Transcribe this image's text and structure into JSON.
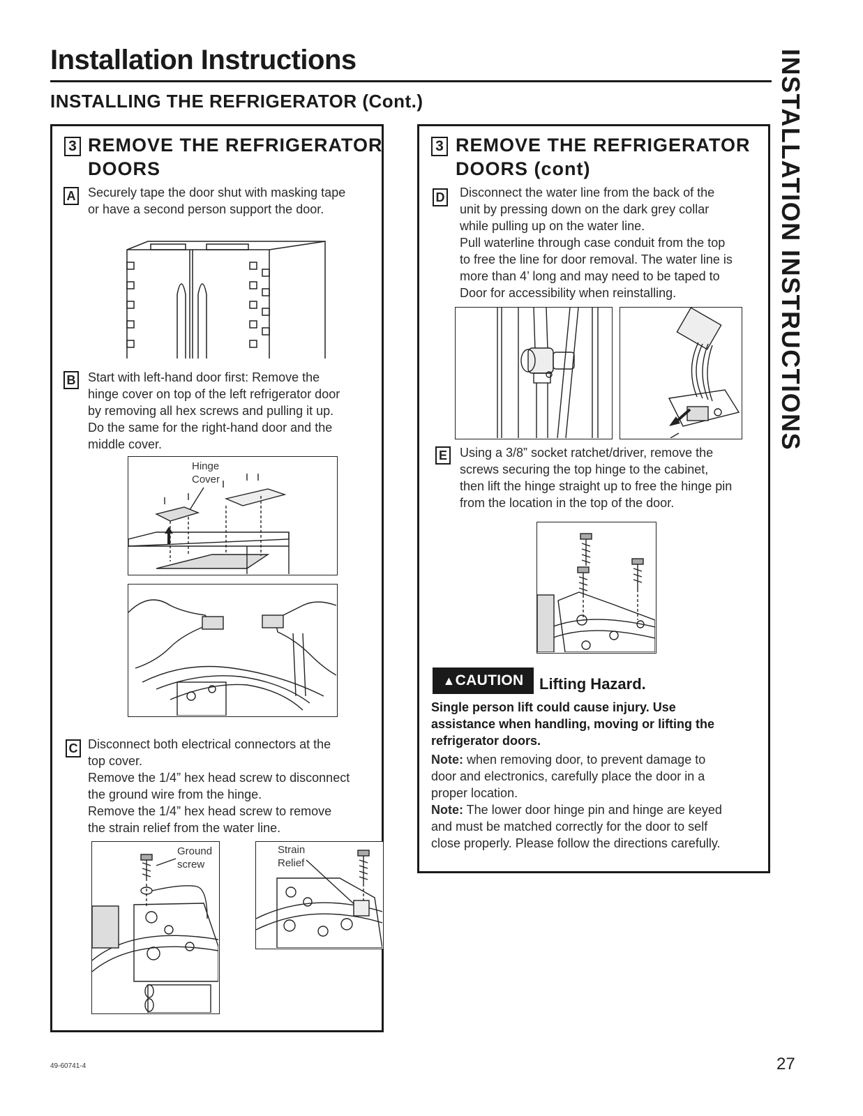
{
  "header": {
    "title": "Installation Instructions",
    "subtitle": "INSTALLING THE REFRIGERATOR (Cont.)",
    "side_tab": "INSTALLATION INSTRUCTIONS"
  },
  "left_panel": {
    "step_number": "3",
    "title_line1": "REMOVE THE REFRIGERATOR",
    "title_line2": "DOORS",
    "steps": {
      "a": {
        "letter": "A",
        "lines": [
          "Securely tape the door shut with masking tape",
          "or have a second person support the door."
        ]
      },
      "b": {
        "letter": "B",
        "lines": [
          "Start with left-hand door first: Remove the",
          "hinge cover on top of the left refrigerator door",
          "by removing all hex screws and pulling it up.",
          "Do the same for the right-hand door and the",
          "middle cover."
        ]
      },
      "c": {
        "letter": "C",
        "lines": [
          "Disconnect both electrical connectors at the",
          "top cover.",
          "Remove the 1/4” hex head screw to disconnect",
          "the ground wire from the hinge.",
          "Remove the 1/4” hex head screw to remove",
          "the strain relief from the water line."
        ]
      }
    },
    "figure_labels": {
      "hinge_cover_1": "Hinge",
      "hinge_cover_2": "Cover",
      "ground_screw_1": "Ground",
      "ground_screw_2": "screw",
      "strain_relief_1": "Strain",
      "strain_relief_2": "Relief"
    }
  },
  "right_panel": {
    "step_number": "3",
    "title_line1": "REMOVE THE REFRIGERATOR",
    "title_line2": "DOORS (cont)",
    "steps": {
      "d": {
        "letter": "D",
        "lines": [
          "Disconnect the water line from the back of the",
          "unit by pressing down on the dark grey collar",
          "while pulling up on the water line.",
          "Pull waterline through case conduit from the top",
          "to free the line for door removal. The water line is",
          "more than 4’ long and may need to be taped to",
          "Door for accessibility when reinstalling."
        ]
      },
      "e": {
        "letter": "E",
        "lines": [
          "Using a 3/8” socket ratchet/driver, remove the",
          "screws securing the top hinge to the cabinet,",
          "then lift the hinge straight up to free the hinge pin",
          "from the location in the top of the door."
        ]
      }
    },
    "caution": {
      "label": "CAUTION",
      "heading": "Lifting Hazard.",
      "warning_lines": [
        "Single person lift could cause injury. Use",
        "assistance when handling, moving or lifting the",
        "refrigerator doors."
      ],
      "note1_label": "Note:",
      "note1_lines": [
        " when removing door, to prevent damage to",
        "door and electronics, carefully place the door in a",
        "proper location."
      ],
      "note2_label": "Note:",
      "note2_lines": [
        " The lower door hinge pin and hinge are keyed",
        "and must be matched correctly for the door to self",
        "close properly. Please follow the directions carefully."
      ]
    }
  },
  "footer": {
    "doc_code": "49-60741-4",
    "page_number": "27"
  }
}
